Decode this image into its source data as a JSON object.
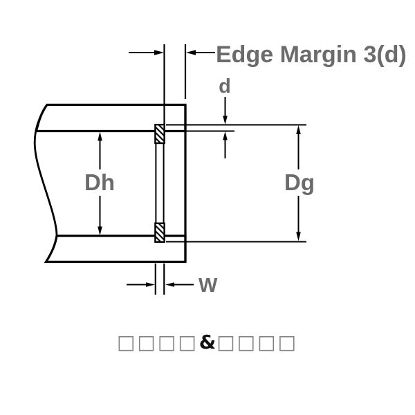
{
  "diagram": {
    "labels": {
      "edge_margin": "Edge Margin 3(d)",
      "groove_depth": "d",
      "housing_bore_diameter": "Dh",
      "groove_diameter": "Dg",
      "groove_width": "W"
    },
    "caption": {
      "left_boxes": "□□□□",
      "ampersand": "&",
      "right_boxes": "□□□□"
    },
    "colors": {
      "line": "#000000",
      "label": "#6b6b6b",
      "background": "#ffffff",
      "caption_boxes": "#828282",
      "caption_ampersand": "#111111"
    }
  }
}
